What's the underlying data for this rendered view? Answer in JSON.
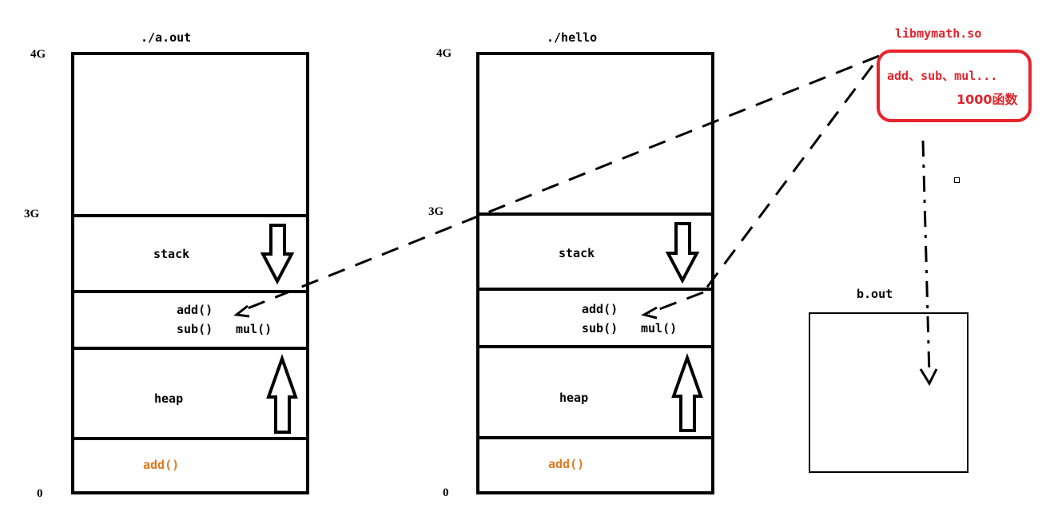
{
  "process_a": {
    "title": "./a.out",
    "label_4g": "4G",
    "label_3g": "3G",
    "label_0": "0",
    "stack": "stack",
    "shared_line1": "add()",
    "shared_line2a": "sub()",
    "shared_line2b": "mul()",
    "heap": "heap",
    "code": "add()"
  },
  "process_b": {
    "title": "./hello",
    "label_4g": "4G",
    "label_3g": "3G",
    "label_0": "0",
    "stack": "stack",
    "shared_line1": "add()",
    "shared_line2a": "sub()",
    "shared_line2b": "mul()",
    "heap": "heap",
    "code": "add()"
  },
  "library": {
    "name": "libmymath.so",
    "functions": "add、sub、mul...",
    "count": "1000函数"
  },
  "b_out": {
    "title": "b.out"
  },
  "colors": {
    "lines": "#000000",
    "library_red": "#e0242c",
    "code_orange": "#e07a20"
  }
}
